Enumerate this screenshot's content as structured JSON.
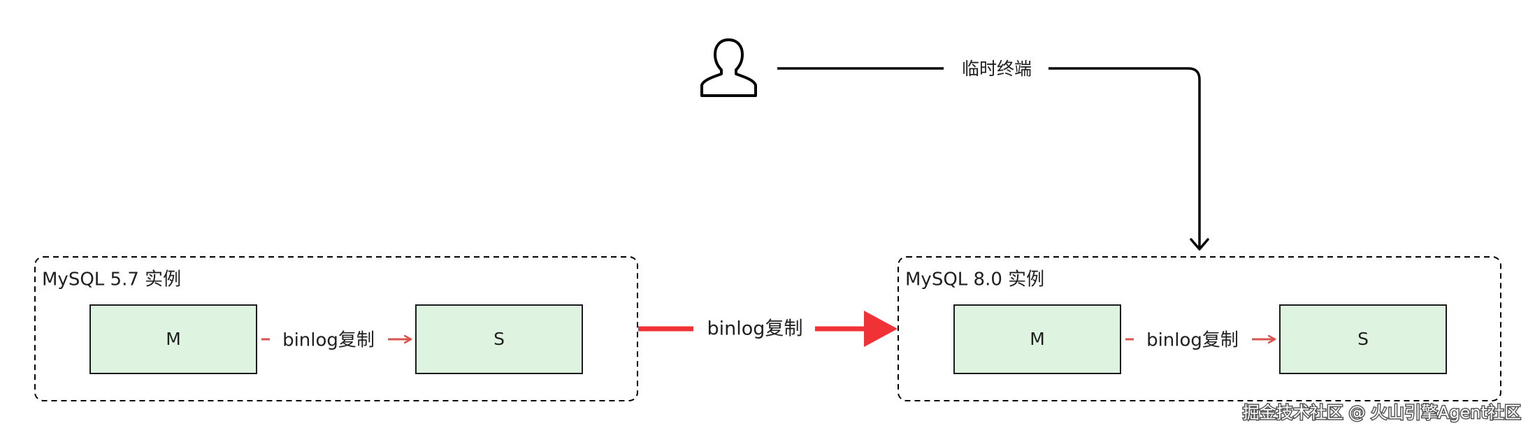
{
  "user": {
    "icon": "user-icon"
  },
  "terminal_label": "临时终端",
  "instance_left": {
    "title": "MySQL 5.7 实例",
    "master_label": "M",
    "slave_label": "S",
    "replication_label": "binlog复制"
  },
  "instance_right": {
    "title": "MySQL 8.0 实例",
    "master_label": "M",
    "slave_label": "S",
    "replication_label": "binlog复制"
  },
  "cross_replication_label": "binlog复制",
  "watermark": "掘金技术社区 @ 火山引擎Agent社区",
  "colors": {
    "node_fill": "#dff3e1",
    "node_stroke": "#1b1b1b",
    "inner_arrow": "#d9534f",
    "big_arrow": "#f03237",
    "line": "#000000",
    "text": "#1f1f1f"
  }
}
